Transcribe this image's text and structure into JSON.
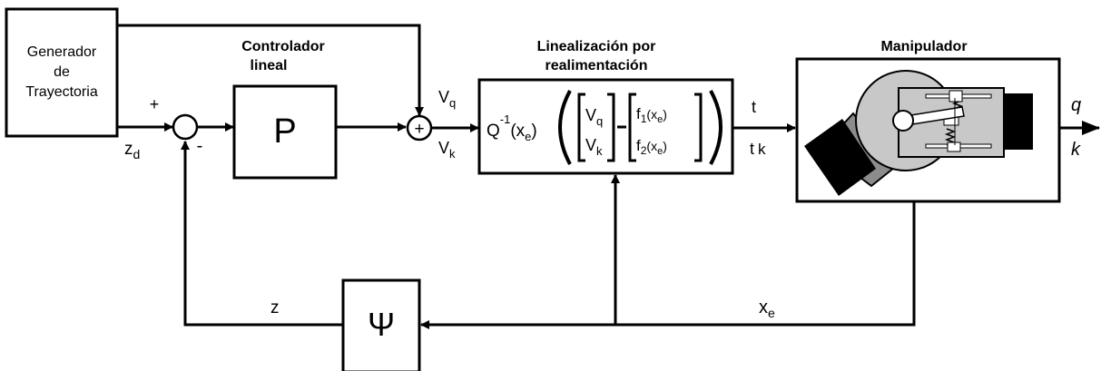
{
  "blocks": {
    "generator": {
      "line1": "Generador",
      "line2": "de",
      "line3": "Trayectoria"
    },
    "controller": {
      "title_line1": "Controlador",
      "title_line2": "lineal",
      "symbol": "P"
    },
    "linearization": {
      "title_line1": "Linealización por",
      "title_line2": "realimentación",
      "q": "Q",
      "q_sup": "-1",
      "q_arg_open": "(x",
      "q_arg_sub": "e",
      "q_arg_close": ")",
      "v_main": "V",
      "vq_sub": "q",
      "vk_sub": "k",
      "f_main": "f",
      "f1_sub": "1",
      "f2_sub": "2",
      "f_arg_open": "(x",
      "f_arg_sub": "e",
      "f_arg_close": ")"
    },
    "manipulator": {
      "title": "Manipulador"
    },
    "psi": {
      "symbol": "Ψ"
    }
  },
  "signals": {
    "plus_sign": "+",
    "minus_sign": "-",
    "summer_symbol": "+",
    "zd_main": "z",
    "zd_sub": "d",
    "vq_main": "V",
    "vq_sub": "q",
    "vk_main": "V",
    "vk_sub": "k",
    "tau_upper": "t",
    "tau_lower_main": "t",
    "tau_lower_sub": "k",
    "out_q": "q",
    "out_k": "k",
    "z": "z",
    "xe_main": "x",
    "xe_sub": "e"
  },
  "colors": {
    "line": "#000000",
    "robot_light": "#c8c8c8",
    "robot_mid": "#8c8c8c",
    "robot_dark": "#000000"
  }
}
